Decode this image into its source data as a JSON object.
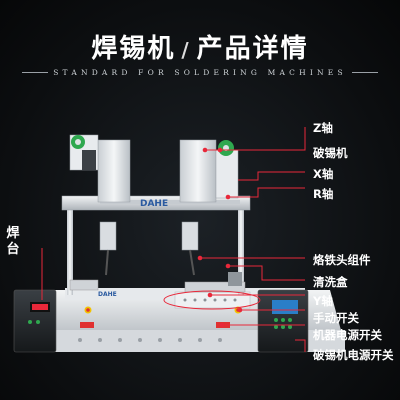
{
  "header": {
    "title_left": "焊锡机",
    "separator": "/",
    "title_right": "产品详情",
    "subtitle": "STANDARD FOR SOLDERING MACHINES"
  },
  "brand": {
    "logo_text": "DAHE",
    "base_logo_text": "DAHE"
  },
  "callouts": [
    {
      "id": "z-axis",
      "text": "Z轴"
    },
    {
      "id": "tin-breaker",
      "text": "破锡机"
    },
    {
      "id": "x-axis",
      "text": "X轴"
    },
    {
      "id": "r-axis",
      "text": "R轴"
    },
    {
      "id": "iron-head",
      "text": "烙铁头组件"
    },
    {
      "id": "cleaning-box",
      "text": "清洗盒"
    },
    {
      "id": "y-axis",
      "text": "Y轴"
    },
    {
      "id": "manual-switch",
      "text": "手动开关"
    },
    {
      "id": "machine-power",
      "text": "机器电源开关"
    },
    {
      "id": "breaker-power",
      "text": "破锡机电源开关"
    }
  ],
  "left_label": {
    "text": "焊台"
  },
  "colors": {
    "callout_line": "#e8283a",
    "dot": "#e8283a",
    "frame": "#e9ecef",
    "accent_green": "#2fa84f"
  }
}
